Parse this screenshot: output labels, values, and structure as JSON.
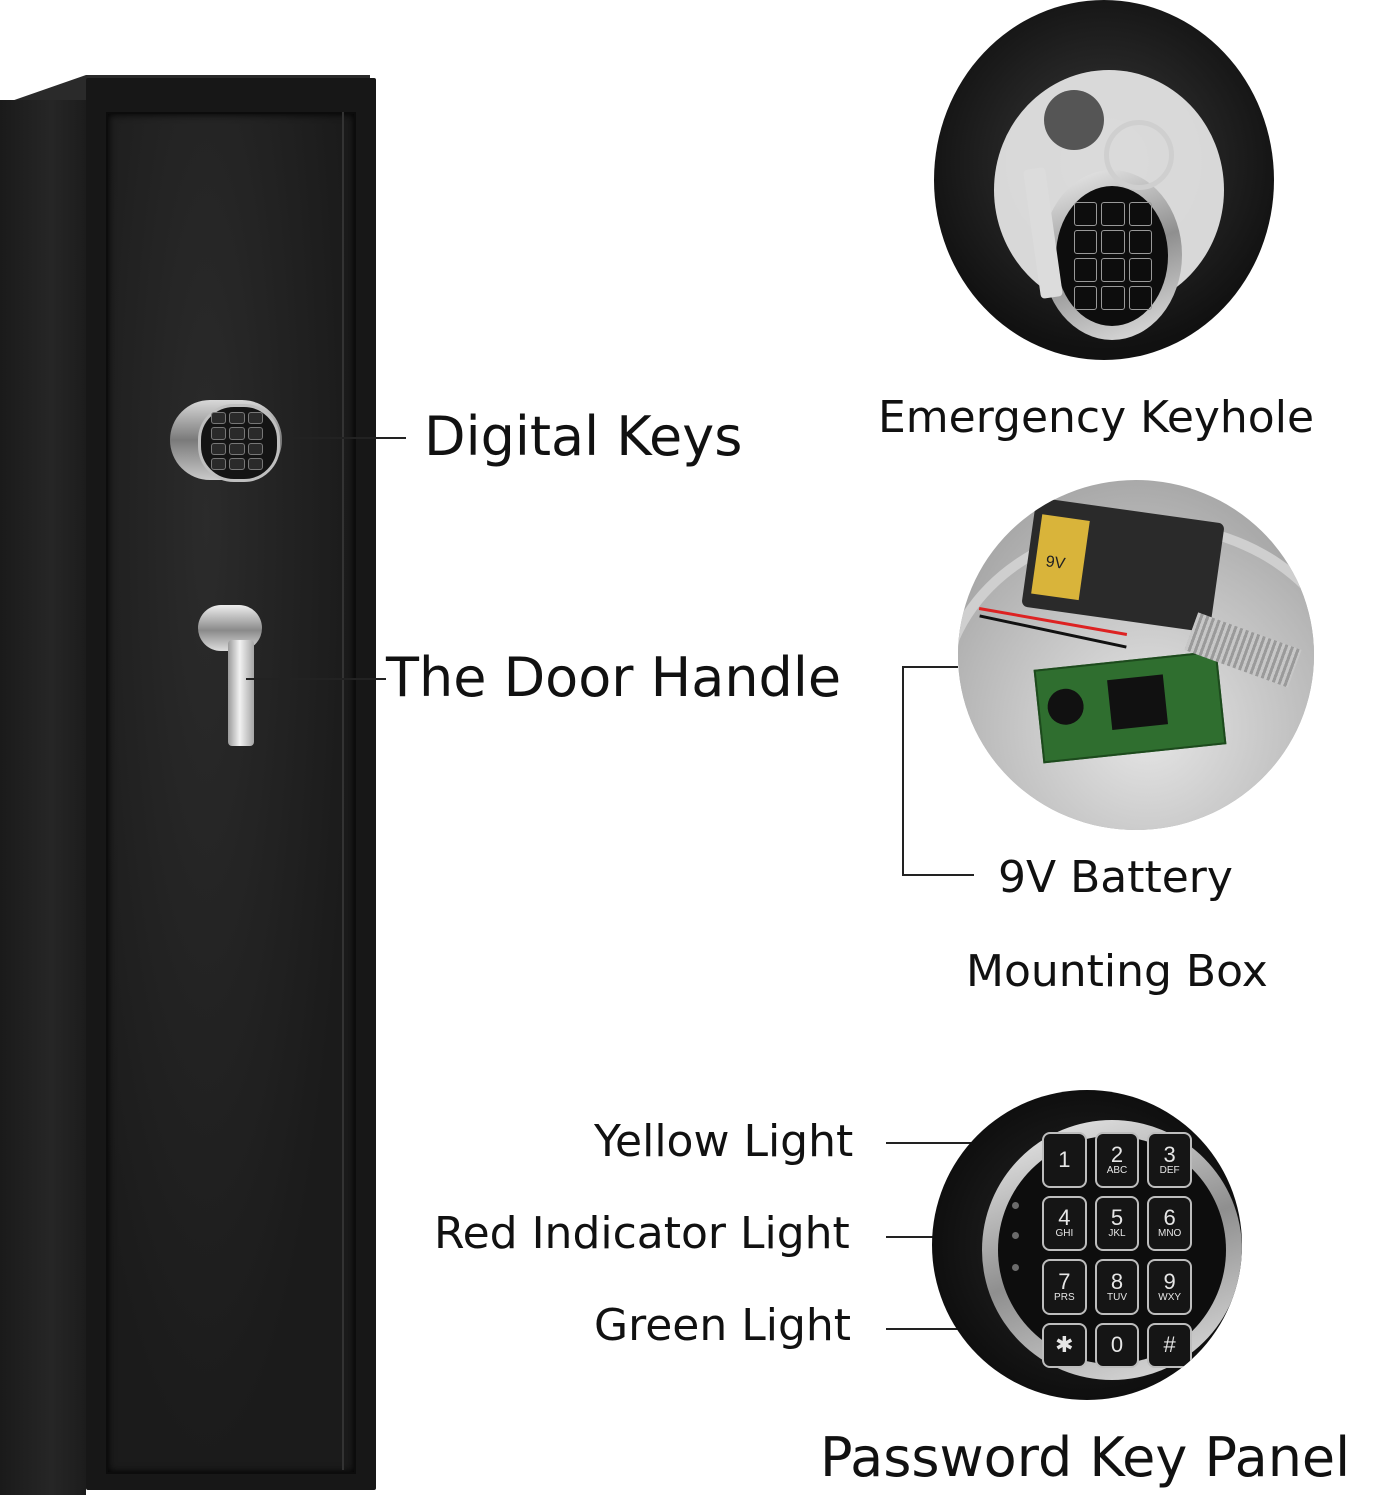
{
  "labels": {
    "digital_keys": "Digital Keys",
    "door_handle": "The Door Handle",
    "emergency_keyhole": "Emergency Keyhole",
    "battery": "9V Battery",
    "mounting_box": "Mounting Box",
    "yellow_light": "Yellow Light",
    "red_light": "Red Indicator Light",
    "green_light": "Green Light",
    "key_panel": "Password Key Panel"
  },
  "keypad": [
    {
      "n": "1",
      "t": ""
    },
    {
      "n": "2",
      "t": "ABC"
    },
    {
      "n": "3",
      "t": "DEF"
    },
    {
      "n": "4",
      "t": "GHI"
    },
    {
      "n": "5",
      "t": "JKL"
    },
    {
      "n": "6",
      "t": "MNO"
    },
    {
      "n": "7",
      "t": "PRS"
    },
    {
      "n": "8",
      "t": "TUV"
    },
    {
      "n": "9",
      "t": "WXY"
    },
    {
      "n": "✱",
      "t": ""
    },
    {
      "n": "0",
      "t": ""
    },
    {
      "n": "#",
      "t": ""
    }
  ],
  "battery_text": "9V",
  "colors": {
    "safe": "#1b1b1b",
    "label_text": "#111111",
    "leader_line": "#222222"
  }
}
